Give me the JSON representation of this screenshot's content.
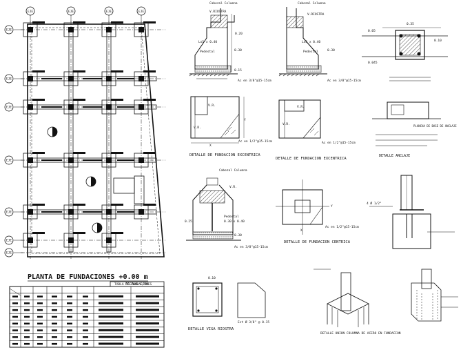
{
  "plan": {
    "title": "PLANTA DE FUNDACIONES +0.00 m",
    "scale": "ESCALA 1/50",
    "axis_top": [
      "EJE",
      "EJE",
      "EJE",
      "EJE"
    ],
    "axis_left": [
      "EJE",
      "EJE",
      "EJE",
      "EJE",
      "EJE",
      "EJE",
      "EJE"
    ]
  },
  "details": {
    "excentrica": "DETALLE DE FUNDACION EXCENTRICA",
    "excentrica2": "DETALLE DE FUNDACION EXCENTRICA",
    "centrica": "DETALLE DE FUNDACION CENTRICA",
    "viga": "DETALLE VIGA RIOSTRA",
    "anclaje": "DETALLE ANCLAJE",
    "columna": "DETALLE UNION COLUMNA DE ACERO EN FUNDACION",
    "platina": "PLANCHA DE BASE DE ANCLAJE",
    "dims": {
      "d1": "0.30",
      "d2": "0.20",
      "d3": "0.30",
      "d4": "0.15",
      "d5": "0.25",
      "d6": "0.30",
      "d7": "0.10",
      "p1": "0.35",
      "p2": "0.10",
      "p3": "0.05",
      "p4": "0.045",
      "vr": "V.R.",
      "vr2": "V.R.",
      "vr3": "V.R.",
      "x": "X",
      "y": "Y",
      "col_b": "Cabezal Columna",
      "col_b2": "Cabezal Columna",
      "vr_top": "V.RIOSTRA",
      "vr_top2": "V.RIOSTRA",
      "ped": "Pedestal",
      "ped2": "Pedestal",
      "ped3": "Pedestal",
      "ped_dim": "Lo5 x 0.40",
      "ped_dim2": "Lo5 x 0.40",
      "ped_dim3": "0.30 x 0.40",
      "bar": "Ac en 3/8\"@15-15cm",
      "bar2": "Ac en 3/8\"@15-15cm",
      "bar3": "Ac en 1/2\"@15-15cm",
      "bar4": "Ac en 1/2\"@15-15cm",
      "vr_left": "V.R.",
      "vr_right": "V.R.",
      "n45": "4 Ø 1/2\"",
      "n46": "Est Ø 3/8\" @ 0.15"
    }
  },
  "table": {
    "header": "TABLA DE FUNDACIONES"
  }
}
